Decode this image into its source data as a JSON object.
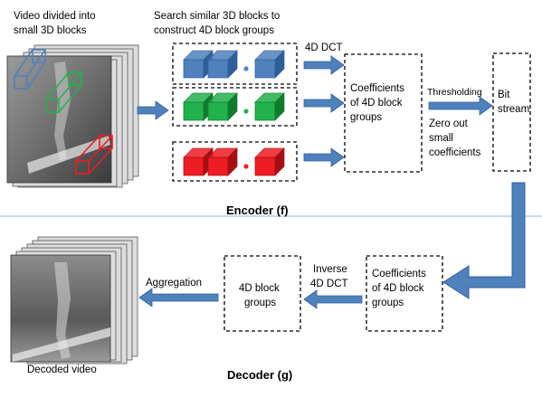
{
  "input_caption": [
    "Video divided into",
    "small 3D blocks"
  ],
  "search_caption": [
    "Search similar 3D blocks to",
    "construct 4D block groups"
  ],
  "dct_label": "4D DCT",
  "coef_top": [
    "Coefficients",
    "of 4D block",
    "groups"
  ],
  "thresholding_label": "Thresholding",
  "zero_out": [
    "Zero out",
    "small",
    "coefficients"
  ],
  "bit_stream": [
    "Bit",
    "stream"
  ],
  "encoder_label": "Encoder (f)",
  "coef_bottom": [
    "Coefficients",
    "of 4D block",
    "groups"
  ],
  "inverse_dct": [
    "Inverse",
    "4D DCT"
  ],
  "groups_bottom": [
    "4D block",
    "groups"
  ],
  "aggregation_label": "Aggregation",
  "decoded_caption": "Decoded video",
  "decoder_label": "Decoder (g)",
  "colors": {
    "blue": "#4f81bd",
    "blue_dark": "#2f5f98",
    "green": "#22b24c",
    "green_dark": "#127a30",
    "red": "#ee1c24",
    "red_dark": "#a50f14",
    "divider": "#9dc3e6"
  }
}
